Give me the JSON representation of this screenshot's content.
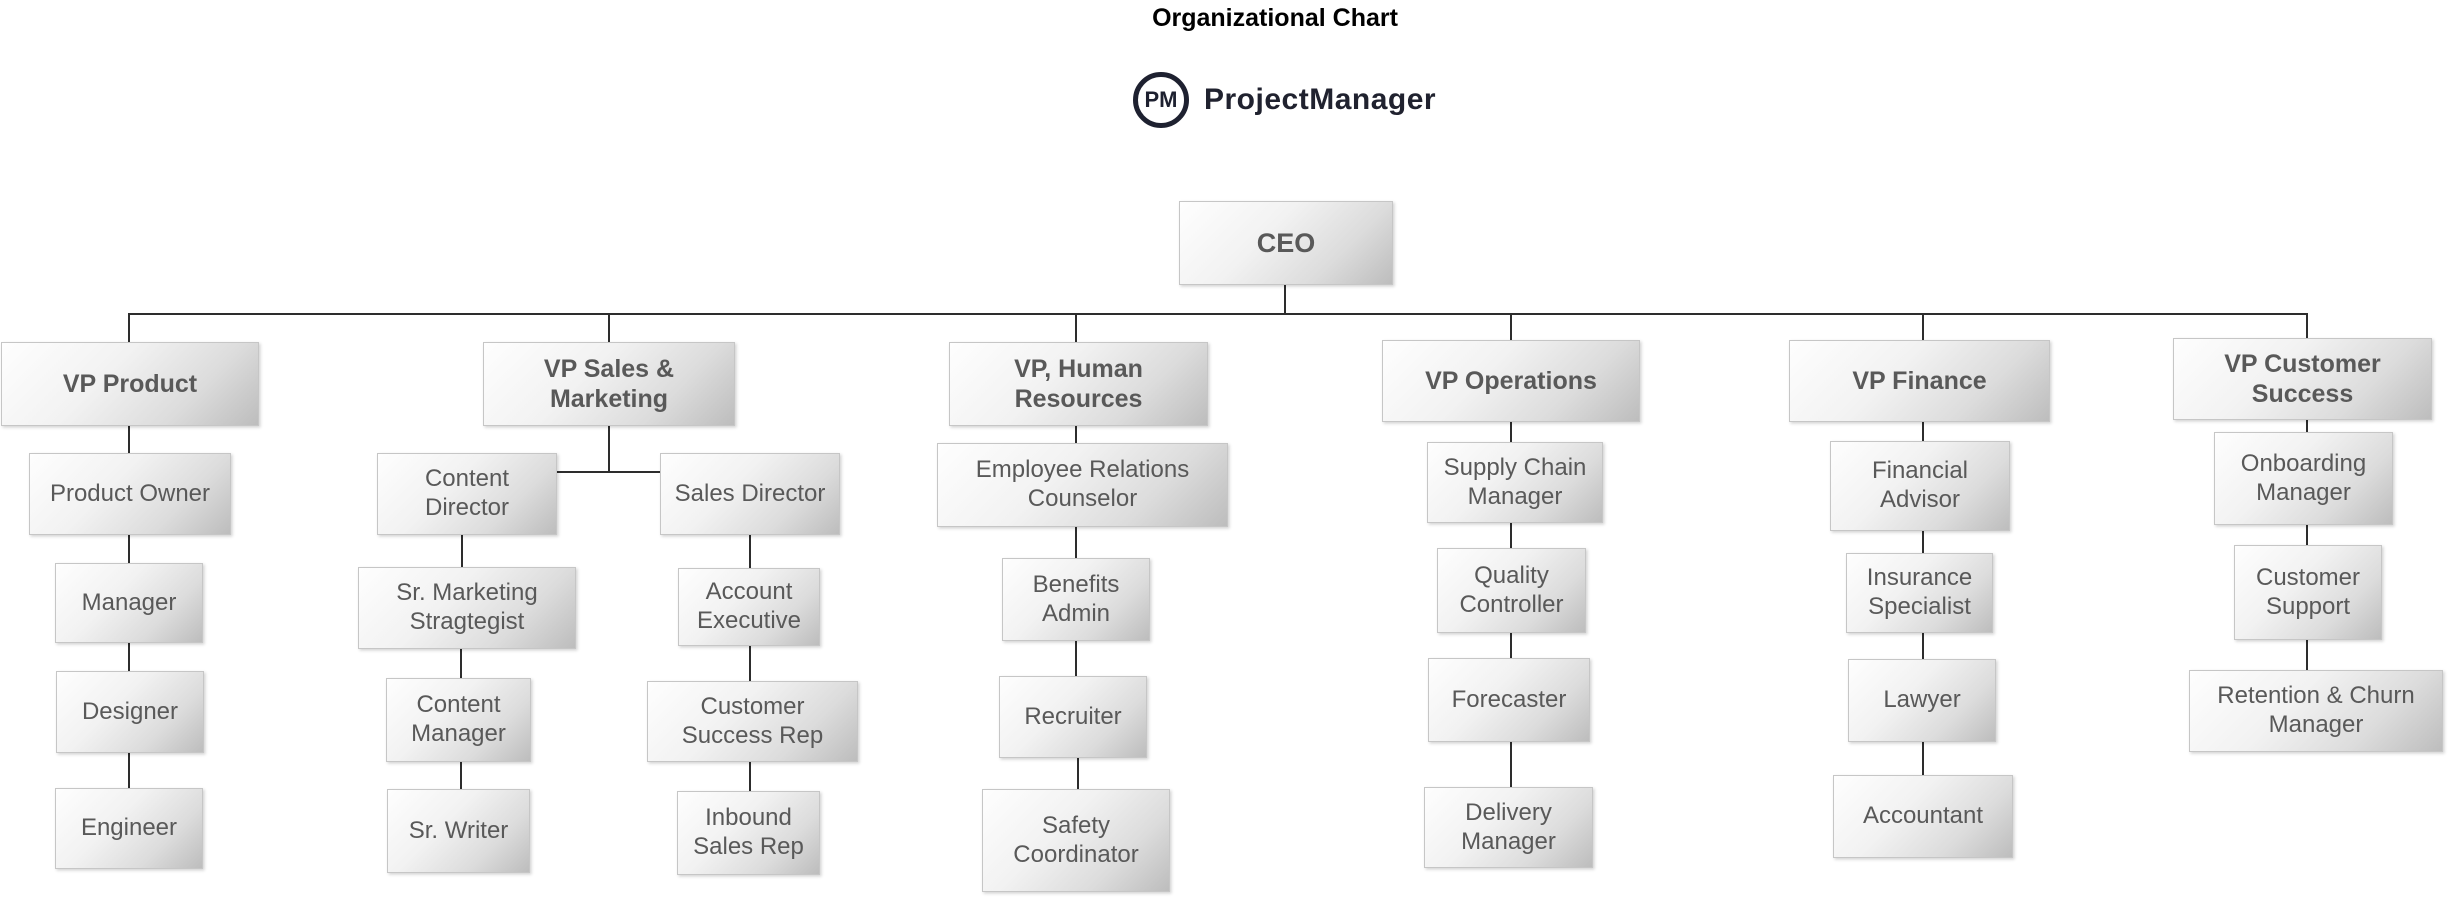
{
  "page": {
    "title": "Organizational Chart"
  },
  "brand": {
    "badge": "PM",
    "name": "ProjectManager",
    "color": "#1e2130"
  },
  "colors": {
    "node_text": "#595959",
    "node_fill_light": "#fefefe",
    "node_fill_dark": "#bdbdbd",
    "node_border": "#c6c6c6",
    "connector": "#2d2d2d",
    "title_text": "#000000"
  },
  "org": {
    "ceo": {
      "label": "CEO"
    },
    "branches": [
      {
        "label": "VP Product",
        "reports": [
          "Product Owner",
          "Manager",
          "Designer",
          "Engineer"
        ]
      },
      {
        "label": "VP Sales & Marketing",
        "teams": [
          {
            "lead": "Content Director",
            "reports": [
              "Sr. Marketing Stragtegist",
              "Content Manager",
              "Sr. Writer"
            ]
          },
          {
            "lead": "Sales Director",
            "reports": [
              "Account Executive",
              "Customer Success Rep",
              "Inbound Sales Rep"
            ]
          }
        ]
      },
      {
        "label": "VP, Human Resources",
        "reports": [
          "Employee Relations Counselor",
          "Benefits Admin",
          "Recruiter",
          "Safety Coordinator"
        ]
      },
      {
        "label": "VP Operations",
        "reports": [
          "Supply Chain Manager",
          "Quality Controller",
          "Forecaster",
          "Delivery Manager"
        ]
      },
      {
        "label": "VP Finance",
        "reports": [
          "Financial Advisor",
          "Insurance Specialist",
          "Lawyer",
          "Accountant"
        ]
      },
      {
        "label": "VP Customer Success",
        "reports": [
          "Onboarding Manager",
          "Customer Support",
          "Retention & Churn Manager"
        ]
      }
    ]
  }
}
